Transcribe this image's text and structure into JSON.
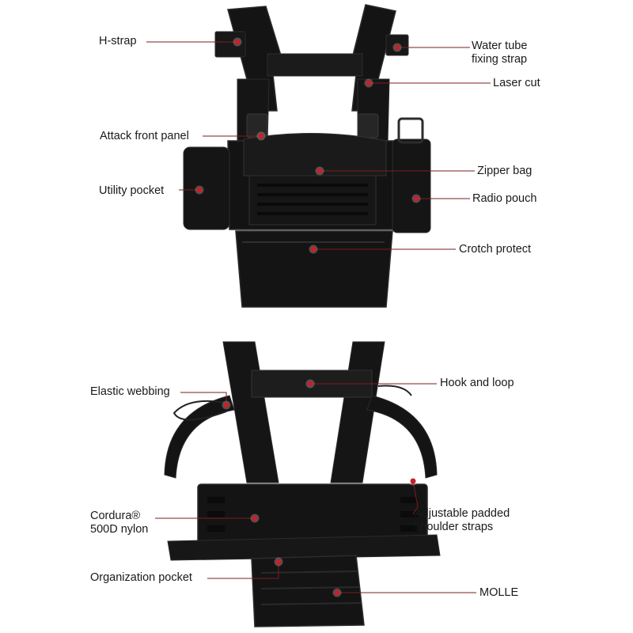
{
  "colors": {
    "gear": "#141414",
    "gear_edge": "#2c2c2c",
    "gear_highlight": "#3a3a3a",
    "marker": "#c8202a",
    "leader": "#7a1d22",
    "label": "#1a1a1a"
  },
  "top_view": {
    "callouts": [
      {
        "id": "h-strap",
        "lines": [
          "H-strap"
        ]
      },
      {
        "id": "water-tube-fixing-strap",
        "lines": [
          "Water tube",
          "fixing strap"
        ]
      },
      {
        "id": "laser-cut",
        "lines": [
          "Laser cut"
        ]
      },
      {
        "id": "attack-front-panel",
        "lines": [
          "Attack front panel"
        ]
      },
      {
        "id": "zipper-bag",
        "lines": [
          "Zipper bag"
        ]
      },
      {
        "id": "utility-pocket",
        "lines": [
          "Utility pocket"
        ]
      },
      {
        "id": "radio-pouch",
        "lines": [
          "Radio pouch"
        ]
      },
      {
        "id": "crotch-protect",
        "lines": [
          "Crotch protect"
        ]
      }
    ]
  },
  "bottom_view": {
    "callouts": [
      {
        "id": "elastic-webbing",
        "lines": [
          "Elastic webbing"
        ]
      },
      {
        "id": "hook-and-loop",
        "lines": [
          "Hook and loop"
        ]
      },
      {
        "id": "cordura-500d-nylon",
        "lines": [
          "Cordura®",
          "500D nylon"
        ]
      },
      {
        "id": "adjustable-padded-shoulder-straps",
        "lines": [
          "Adjustable padded",
          "shoulder straps"
        ]
      },
      {
        "id": "organization-pocket",
        "lines": [
          "Organization pocket"
        ]
      },
      {
        "id": "molle",
        "lines": [
          "MOLLE"
        ]
      }
    ]
  }
}
